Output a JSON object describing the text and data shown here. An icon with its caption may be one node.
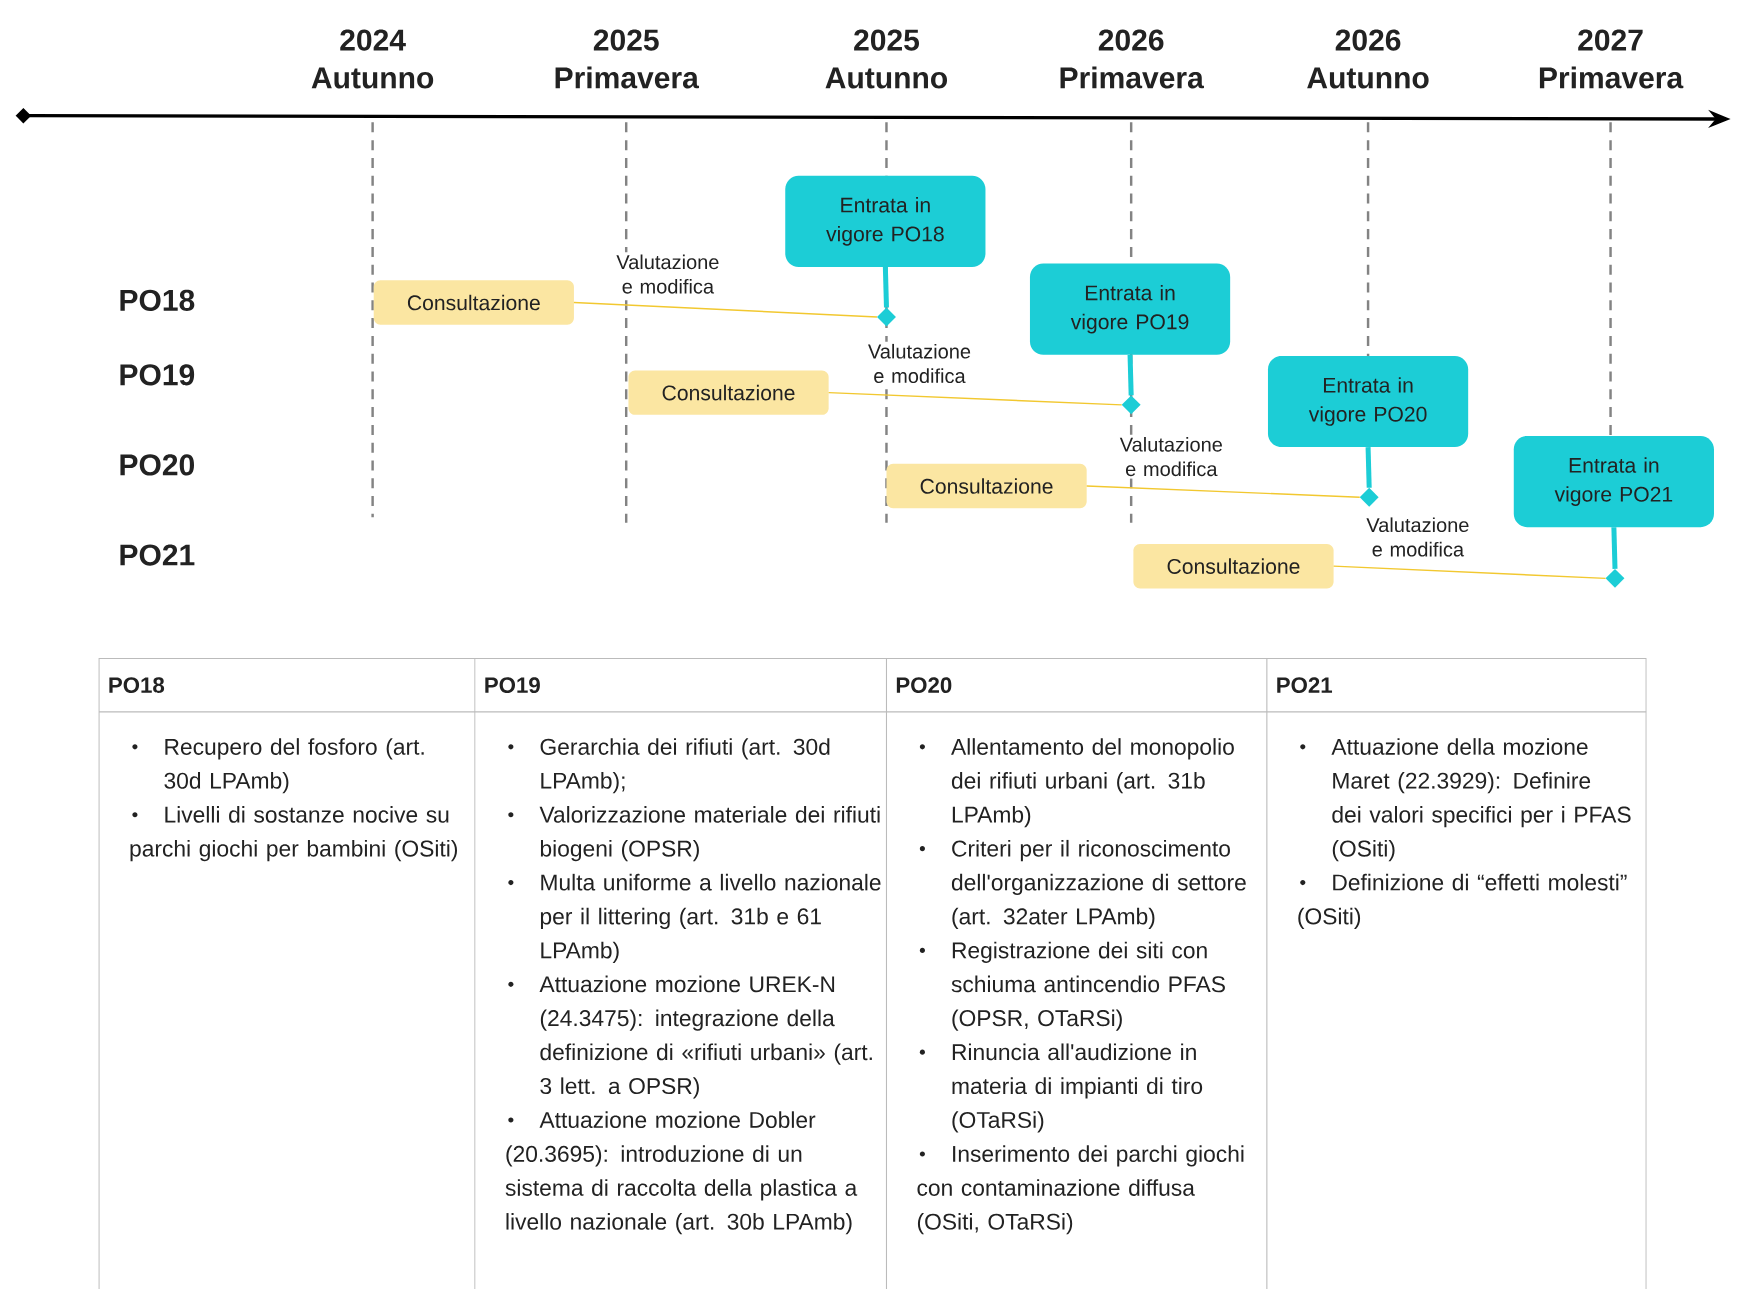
{
  "diagram": {
    "nodes": [
      {
        "text": [
          "Consultazione"
        ]
      },
      {
        "text": [
          "Consultazione"
        ]
      },
      {
        "text": [
          "Consultazione"
        ]
      },
      {
        "text": [
          "Consultazione"
        ]
      },
      {
        "text": [
          "Entrata in vigore PO18"
        ]
      },
      {
        "text": [
          "Entrata in vigore PO19"
        ]
      },
      {
        "text": [
          "Entrata in vigore PO20"
        ]
      },
      {
        "text": [
          "Entrata in vigore PO21"
        ]
      },
      {
        "text": [],
        "shape": "diamond"
      },
      {
        "text": [],
        "shape": "diamond"
      },
      {
        "text": [],
        "shape": "diamond"
      },
      {
        "text": [],
        "shape": "diamond"
      }
    ],
    "edges": [
      {
        "from": 0,
        "to": 8,
        "arrow": "none",
        "label": "Valutazione e modifica",
        "color": "#f2c830"
      },
      {
        "from": 1,
        "to": 9,
        "arrow": "none",
        "label": "Valutazione e modifica",
        "color": "#f2c830"
      },
      {
        "from": 2,
        "to": 10,
        "arrow": "none",
        "label": "Valutazione e modifica",
        "color": "#f2c830"
      },
      {
        "from": 3,
        "to": 11,
        "arrow": "none",
        "label": "Valutazione e modifica",
        "color": "#f2c830"
      },
      {
        "from": 4,
        "to": 8,
        "arrow": "none",
        "style": "thick",
        "color": "#1ccdd6"
      },
      {
        "from": 5,
        "to": 9,
        "arrow": "none",
        "style": "thick",
        "color": "#1ccdd6"
      },
      {
        "from": 6,
        "to": 10,
        "arrow": "none",
        "style": "thick",
        "color": "#1ccdd6"
      },
      {
        "from": 7,
        "to": 11,
        "arrow": "none",
        "style": "thick",
        "color": "#1ccdd6"
      }
    ],
    "labels": [
      "2024 Autunno",
      "2025 Primavera",
      "2025 Autunno",
      "2026 Primavera",
      "2026 Autunno",
      "2027 Primavera",
      "PO18",
      "PO19",
      "PO20",
      "PO21",
      "PO18",
      "PO19",
      "PO20",
      "PO21",
      "Recupero del fosforo (art. 30d LPAmb)",
      "Livelli di sostanze nocive su parchi giochi per bambini (OSiti)",
      "Gerarchia dei rifiuti (art. 30d LPAmb);",
      "Valorizzazione materiale dei rifiuti biogeni (OPSR)",
      "Multa uniforme a livello nazionale per il littering (art. 31b e 61 LPAmb)",
      "Attuazione mozione UREK-N (24.3475): integrazione della definizione di «rifiuti urbani» (art. 3 lett. a OPSR)",
      "Attuazione mozione Dobler (20.3695): introduzione di un sistema di raccolta della plastica a livello nazionale (art. 30b LPAmb)",
      "Allentamento del monopolio dei rifiuti urbani (art. 31b LPAmb)",
      "Criteri per il riconoscimento dell'organizzazione di settore (art. 32ater LPAmb)",
      "Registrazione dei siti con schiuma antincendio PFAS (OPSR, OTaRSi)",
      "Rinuncia all'audizione in materia di impianti di tiro (OTaRSi)",
      "Inserimento dei parchi giochi con contaminazione diffusa (OSiti, OTaRSi)",
      "Attuazione della mozione Maret (22.3929): Definire dei valori specifici per i PFAS (OSiti)",
      "Definizione di “effetti molesti” (OSiti)"
    ]
  }
}
